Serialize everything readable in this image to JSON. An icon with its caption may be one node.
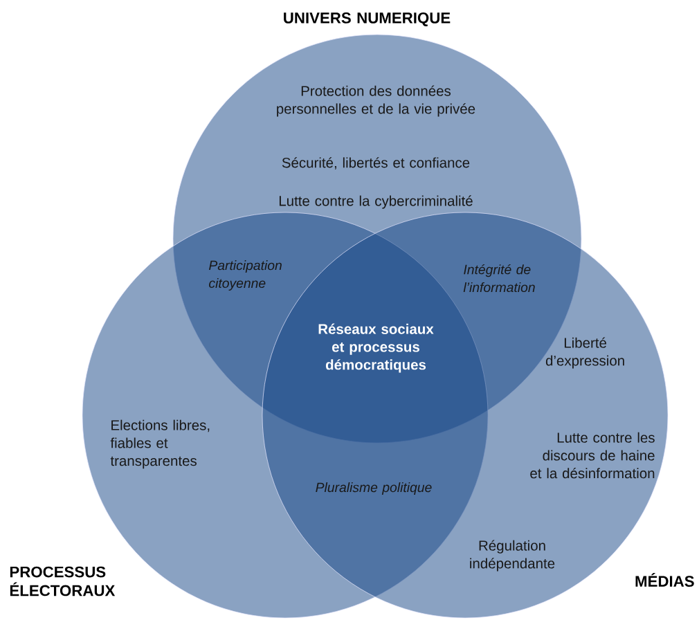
{
  "diagram": {
    "nodes": [
      {
        "text": [
          "UNIVERS NUMERIQUE",
          "Protection des données personnelles et de la vie privée",
          "Sécurité, libertés et confiance",
          "Lutte contre la cybercriminalité"
        ]
      },
      {
        "text": [
          "Elections libres, fiables et transparentes",
          "PROCESSUS ÉLECTORAUX"
        ]
      },
      {
        "text": [
          "Liberté d’expression",
          "Lutte contre les discours de haine et la désinformation",
          "Régulation indépendante",
          "MÉDIAS"
        ]
      }
    ],
    "labels": [
      "Participation citoyenne",
      "Intégrité de l’information",
      "Réseaux sociaux et processus démocratiques",
      "Pluralisme politique"
    ]
  }
}
